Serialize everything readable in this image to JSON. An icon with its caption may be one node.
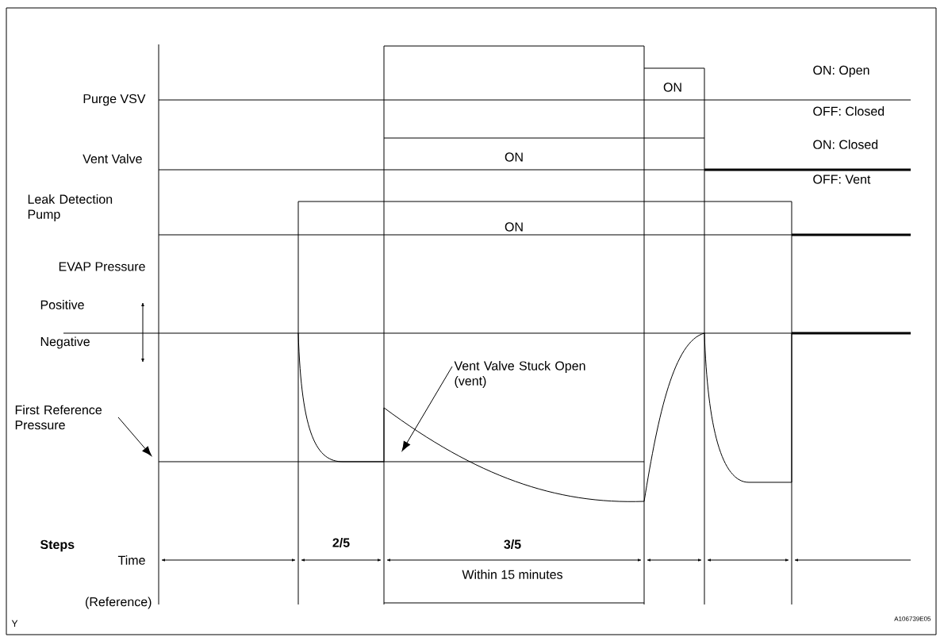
{
  "diagram": {
    "nodes": [
      {
        "text": [
          "First Reference Pressure"
        ]
      },
      {
        "text": [
          "Vent Valve Stuck Open (vent)"
        ]
      }
    ],
    "edges": [
      {
        "from": 0,
        "to": null,
        "arrow": "to"
      },
      {
        "from": 1,
        "to": null,
        "arrow": "to"
      }
    ],
    "labels": [
      "Purge VSV",
      "ON",
      "ON: Open",
      "OFF: Closed",
      "Vent Valve",
      "ON",
      "ON: Closed",
      "OFF: Vent",
      "Leak Detection Pump",
      "ON",
      "EVAP Pressure",
      "Positive",
      "Negative",
      "Steps",
      "2/5",
      "3/5",
      "Time",
      "Within 15 minutes",
      "(Reference)",
      "Y",
      "A106739E05"
    ]
  }
}
